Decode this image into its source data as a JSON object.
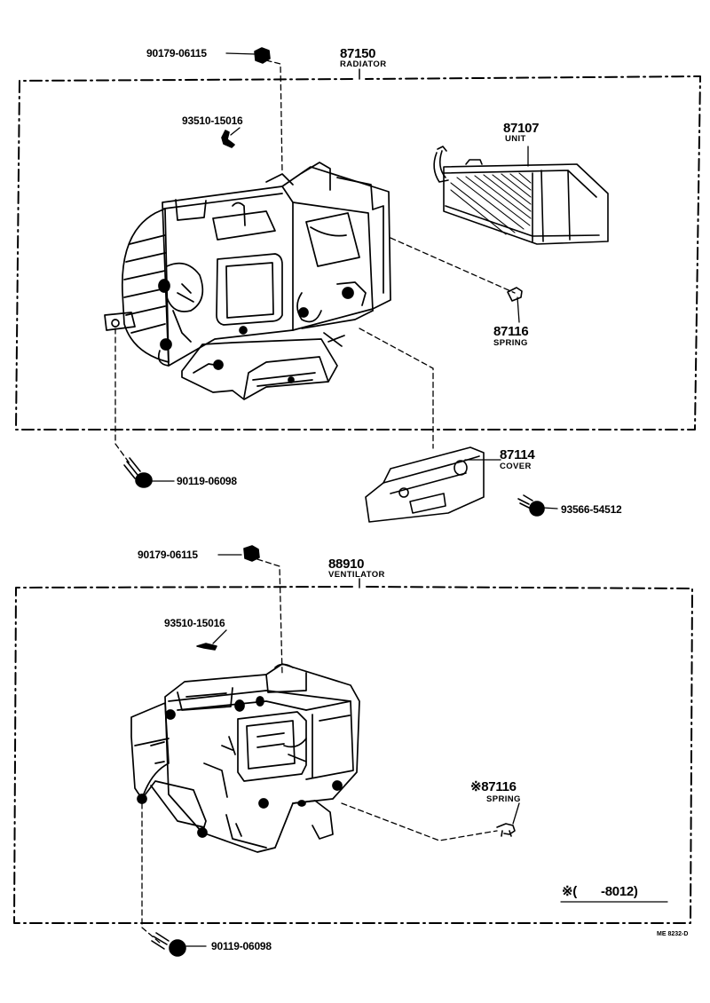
{
  "radiator_group": {
    "part_number": "87150",
    "name": "RADIATOR",
    "parts": {
      "nut_top": "90179-06115",
      "clip": "93510-15016",
      "unit_number": "87107",
      "unit_name": "UNIT",
      "spring_number": "87116",
      "spring_name": "SPRING",
      "bolt_bottom": "90119-06098",
      "cover_number": "87114",
      "cover_name": "COVER",
      "screw": "93566-54512"
    }
  },
  "ventilator_group": {
    "part_number": "88910",
    "name": "VENTILATOR",
    "parts": {
      "nut_top": "90179-06115",
      "clip": "93510-15016",
      "spring_number": "※87116",
      "spring_name": "SPRING",
      "bolt_bottom": "90119-06098"
    }
  },
  "footnote": "※(       -8012)",
  "figure_code": "ME 8232-D"
}
